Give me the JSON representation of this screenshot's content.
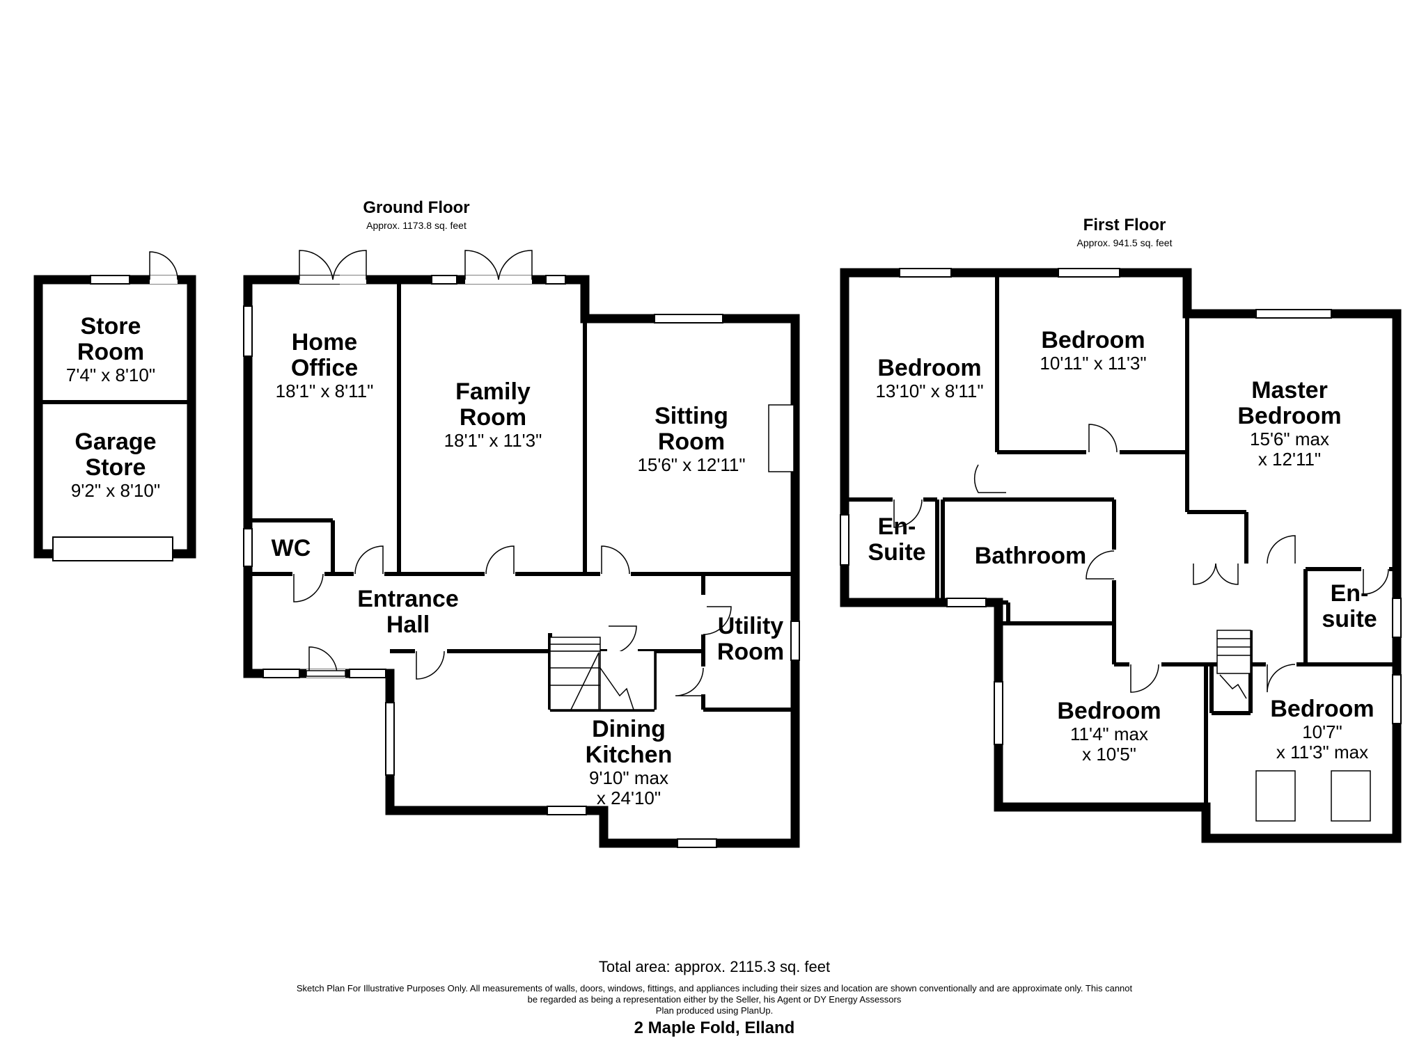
{
  "floors": {
    "ground": {
      "title": "Ground Floor",
      "area": "Approx. 1173.8 sq. feet"
    },
    "first": {
      "title": "First Floor",
      "area": "Approx. 941.5 sq. feet"
    }
  },
  "rooms": {
    "store_room": {
      "name_1": "Store",
      "name_2": "Room",
      "dims": "7'4\" x 8'10\""
    },
    "garage_store": {
      "name_1": "Garage",
      "name_2": "Store",
      "dims": "9'2\" x 8'10\""
    },
    "home_office": {
      "name_1": "Home",
      "name_2": "Office",
      "dims": "18'1\" x 8'11\""
    },
    "family_room": {
      "name_1": "Family",
      "name_2": "Room",
      "dims": "18'1\" x 11'3\""
    },
    "sitting_room": {
      "name_1": "Sitting",
      "name_2": "Room",
      "dims": "15'6\" x 12'11\""
    },
    "wc": {
      "name": "WC"
    },
    "entrance_hall": {
      "name_1": "Entrance",
      "name_2": "Hall"
    },
    "utility_room": {
      "name_1": "Utility",
      "name_2": "Room"
    },
    "dining_kitchen": {
      "name_1": "Dining",
      "name_2": "Kitchen",
      "dims_1": "9'10\" max",
      "dims_2": "x 24'10\""
    },
    "bedroom_left": {
      "name": "Bedroom",
      "dims": "13'10\" x 8'11\""
    },
    "bedroom_top": {
      "name": "Bedroom",
      "dims": "10'11\" x 11'3\""
    },
    "master_bedroom": {
      "name_1": "Master",
      "name_2": "Bedroom",
      "dims_1": "15'6\" max",
      "dims_2": "x 12'11\""
    },
    "en_suite_left": {
      "name_1": "En-",
      "name_2": "Suite"
    },
    "bathroom": {
      "name": "Bathroom"
    },
    "en_suite_right": {
      "name_1": "En-",
      "name_2": "suite"
    },
    "bedroom_lower": {
      "name": "Bedroom",
      "dims_1": "11'4\" max",
      "dims_2": "x 10'5\""
    },
    "bedroom_right": {
      "name": "Bedroom",
      "dims_1": "10'7\"",
      "dims_2": "x 11'3\" max"
    }
  },
  "footer": {
    "total_area": "Total area: approx. 2115.3 sq. feet",
    "disclaimer_1": "Sketch Plan For Illustrative Purposes Only. All measurements of walls, doors, windows, fittings, and appliances including their sizes and location are shown conventionally and are approximate only. This cannot",
    "disclaimer_2": "be regarded as being a representation either by the Seller, his Agent or DY Energy Assessors",
    "disclaimer_3": "Plan produced using PlanUp.",
    "address": "2 Maple Fold, Elland"
  }
}
